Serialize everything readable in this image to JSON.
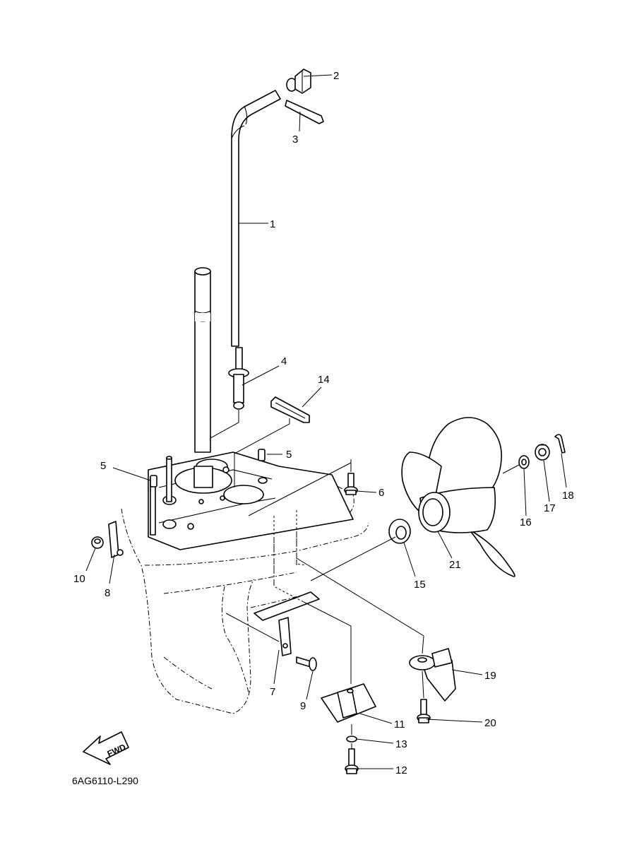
{
  "diagram": {
    "code": "6AG6110-L290",
    "fwd_badge": "FWD",
    "callouts": [
      {
        "id": "1",
        "text": "1"
      },
      {
        "id": "2",
        "text": "2"
      },
      {
        "id": "3",
        "text": "3"
      },
      {
        "id": "4",
        "text": "4"
      },
      {
        "id": "5a",
        "text": "5"
      },
      {
        "id": "5b",
        "text": "5"
      },
      {
        "id": "6",
        "text": "6"
      },
      {
        "id": "7",
        "text": "7"
      },
      {
        "id": "8",
        "text": "8"
      },
      {
        "id": "9",
        "text": "9"
      },
      {
        "id": "10",
        "text": "10"
      },
      {
        "id": "11",
        "text": "11"
      },
      {
        "id": "12",
        "text": "12"
      },
      {
        "id": "13",
        "text": "13"
      },
      {
        "id": "14",
        "text": "14"
      },
      {
        "id": "15",
        "text": "15"
      },
      {
        "id": "16",
        "text": "16"
      },
      {
        "id": "17",
        "text": "17"
      },
      {
        "id": "18",
        "text": "18"
      },
      {
        "id": "19",
        "text": "19"
      },
      {
        "id": "20",
        "text": "20"
      },
      {
        "id": "21",
        "text": "21"
      }
    ]
  }
}
